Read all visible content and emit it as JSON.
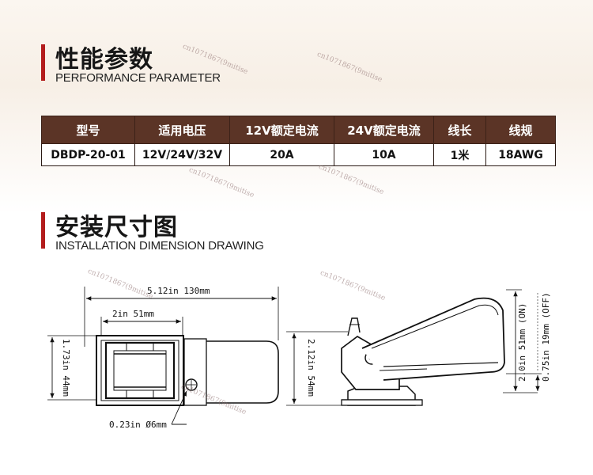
{
  "section1": {
    "title_cn": "性能参数",
    "title_en": "PERFORMANCE PARAMETER"
  },
  "table": {
    "headers": [
      "型号",
      "适用电压",
      "12V额定电流",
      "24V额定电流",
      "线长",
      "线规"
    ],
    "row": [
      "DBDP-20-01",
      "12V/24V/32V",
      "20A",
      "10A",
      "1米",
      "18AWG"
    ]
  },
  "section2": {
    "title_cn": "安装尺寸图",
    "title_en": "INSTALLATION DIMENSION DRAWING"
  },
  "drawing": {
    "overall_width": "5.12in 130mm",
    "inner_width": "2in 51mm",
    "left_height": "1.73in 44mm",
    "hole": "0.23in Ø6mm",
    "side_height": "2.12in 54mm",
    "on_height": "2.0in 51mm (ON)",
    "off_height": "0.75in 19mm (OFF)"
  },
  "watermark_text": "cn1071867(9mitise",
  "colors": {
    "accent": "#b31d1d",
    "table_header": "#5b3426"
  }
}
